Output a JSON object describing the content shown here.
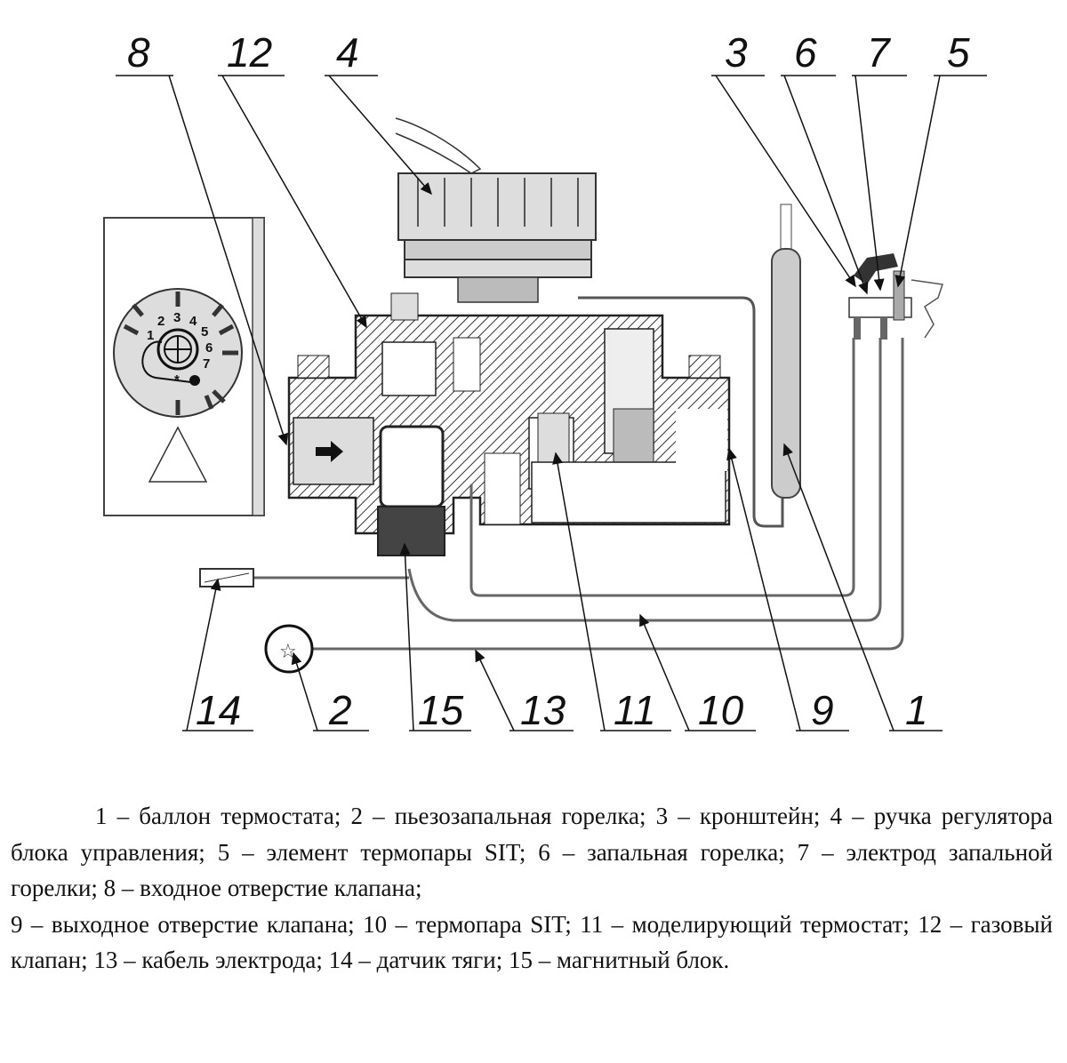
{
  "diagram": {
    "callouts_top": [
      "8",
      "12",
      "4",
      "3",
      "6",
      "7",
      "5"
    ],
    "callouts_bottom": [
      "14",
      "2",
      "15",
      "13",
      "11",
      "10",
      "9",
      "1"
    ],
    "dial_numbers": [
      "1",
      "2",
      "3",
      "4",
      "5",
      "6",
      "7"
    ]
  },
  "caption": {
    "paragraph1": "1 – баллон термостата; 2 – пьезозапальная горелка; 3 – кронштейн; 4 – ручка регулятора блока управления; 5 – элемент термопары SIT; 6 – запальная горелка; 7 – электрод запальной горелки; 8 – входное отверстие клапана;",
    "paragraph2": "9 – выходное отверстие клапана; 10 – термопара SIT; 11 – моделирующий термостат; 12 – газовый клапан; 13 – кабель электрода; 14 – датчик тяги; 15 – магнитный блок."
  }
}
